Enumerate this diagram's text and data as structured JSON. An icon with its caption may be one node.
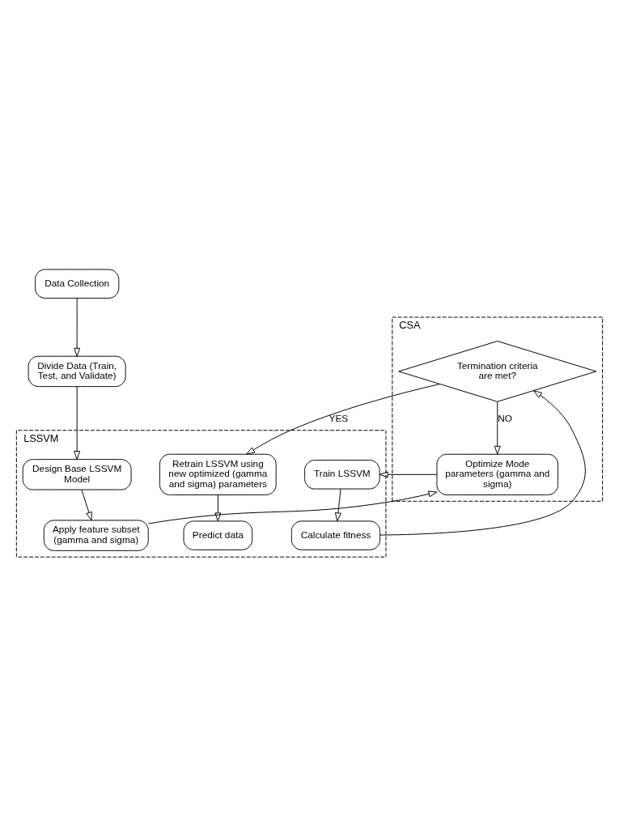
{
  "diagram": {
    "nodes": [
      {
        "text": [
          "Data Collection"
        ]
      },
      {
        "text": [
          "Divide Data (Train, Test, and Validate)"
        ]
      },
      {
        "text": [
          "LSSVM"
        ]
      },
      {
        "text": [
          "Design Base LSSVM Model"
        ],
        "in": 2
      },
      {
        "text": [
          "Apply feature subset (gamma and sigma)"
        ],
        "in": 2
      },
      {
        "text": [
          "CSA"
        ]
      },
      {
        "text": [
          "Optimize Mode parameters (gamma and sigma)"
        ],
        "in": 5
      },
      {
        "text": [
          "Train LSSVM"
        ],
        "in": 2
      },
      {
        "text": [
          "Calculate fitness"
        ],
        "in": 2
      },
      {
        "text": [
          "Termination criteria are met?"
        ],
        "in": 5
      },
      {
        "text": [
          "Retrain LSSVM using new optimized (gamma and sigma) parameters"
        ],
        "in": 2
      },
      {
        "text": [
          "Predict data"
        ],
        "in": 2
      }
    ],
    "edges": [
      {
        "from": 0,
        "to": 1,
        "arrow": "to"
      },
      {
        "from": 1,
        "to": 3,
        "arrow": "to"
      },
      {
        "from": 3,
        "to": 4,
        "arrow": "to"
      },
      {
        "from": 4,
        "to": 6,
        "arrow": "to"
      },
      {
        "from": 6,
        "to": 7,
        "arrow": "to"
      },
      {
        "from": 7,
        "to": 8,
        "arrow": "to"
      },
      {
        "from": 8,
        "to": 9,
        "arrow": "to"
      },
      {
        "from": 9,
        "to": 6,
        "arrow": "to",
        "label": "NO"
      },
      {
        "from": 9,
        "to": 10,
        "arrow": "to",
        "label": "YES"
      },
      {
        "from": 10,
        "to": 11,
        "arrow": "to"
      }
    ]
  }
}
